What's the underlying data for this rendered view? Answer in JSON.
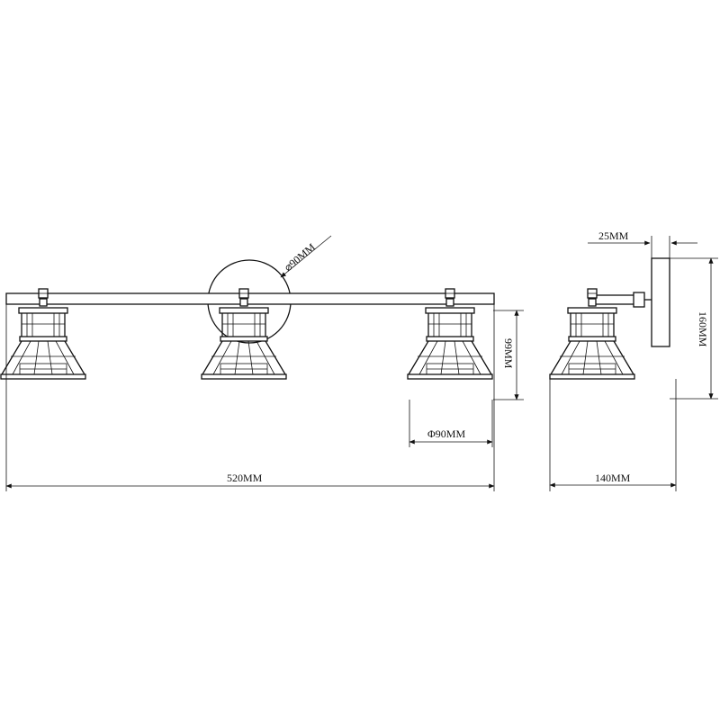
{
  "dimensions": {
    "backplate_diameter": "⌀90MM",
    "shade_height": "99MM",
    "shade_diameter": "Φ90MM",
    "overall_width": "520MM",
    "wall_offset": "25MM",
    "side_height": "160MM",
    "side_depth": "140MM"
  },
  "colors": {
    "line": "#111111",
    "background": "#ffffff"
  }
}
